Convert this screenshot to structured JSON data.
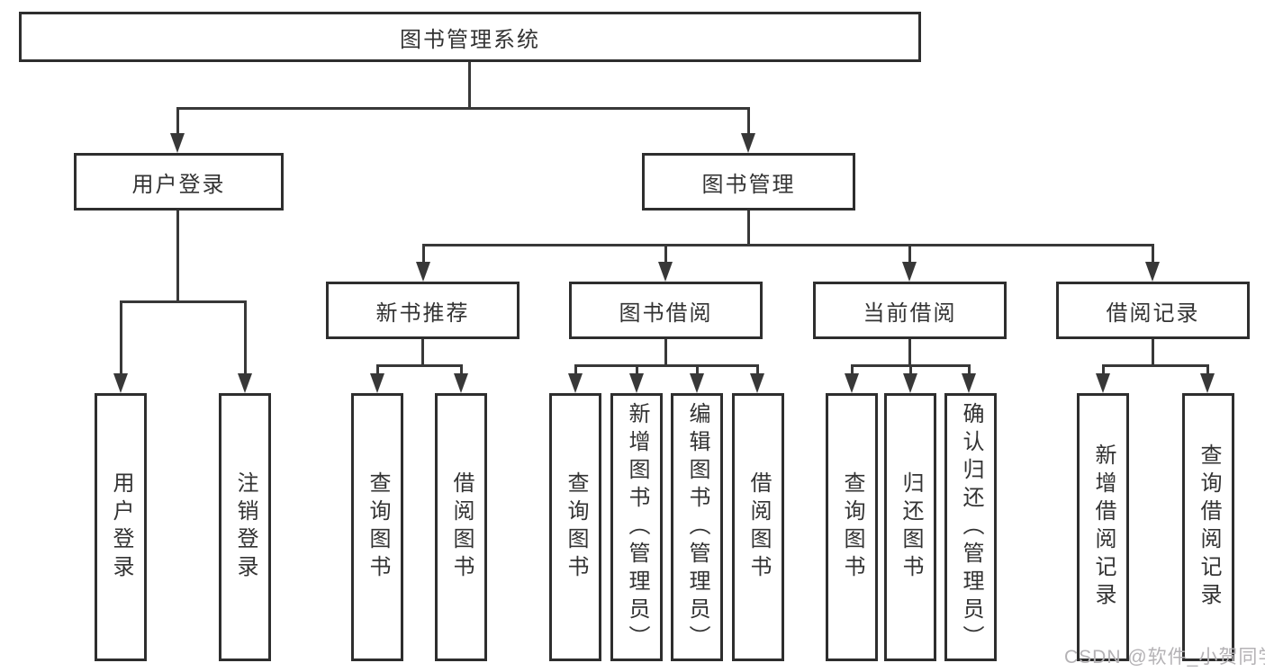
{
  "diagram": {
    "root": {
      "label": "图书管理系统"
    },
    "level2": [
      {
        "id": "user-login",
        "label": "用户登录"
      },
      {
        "id": "book-management",
        "label": "图书管理"
      }
    ],
    "level3": [
      {
        "id": "new-book-recommend",
        "label": "新书推荐"
      },
      {
        "id": "book-borrowing",
        "label": "图书借阅"
      },
      {
        "id": "current-borrowing",
        "label": "当前借阅"
      },
      {
        "id": "borrowing-records",
        "label": "借阅记录"
      }
    ],
    "leaves": [
      {
        "id": "user-login",
        "label": "用户登录"
      },
      {
        "id": "logout",
        "label": "注销登录"
      },
      {
        "id": "query-books-recommend",
        "label": "查询图书"
      },
      {
        "id": "borrow-books-recommend",
        "label": "借阅图书"
      },
      {
        "id": "query-books-borrowing",
        "label": "查询图书"
      },
      {
        "id": "add-books-admin",
        "label": "新增图书（管理员）"
      },
      {
        "id": "edit-books-admin",
        "label": "编辑图书（管理员）"
      },
      {
        "id": "borrow-books-borrowing",
        "label": "借阅图书"
      },
      {
        "id": "query-books-current",
        "label": "查询图书"
      },
      {
        "id": "return-books",
        "label": "归还图书"
      },
      {
        "id": "confirm-return-admin",
        "label": "确认归还（管理员）"
      },
      {
        "id": "add-borrow-record",
        "label": "新增借阅记录"
      },
      {
        "id": "query-borrow-record",
        "label": "查询借阅记录"
      }
    ]
  },
  "watermark": {
    "text": "CSDN @软件_小贺同学"
  },
  "colors": {
    "line": "#383838",
    "box_border": "#2e2e2e",
    "text": "#333333",
    "watermark": "#b4b2b5",
    "background": "#ffffff"
  }
}
